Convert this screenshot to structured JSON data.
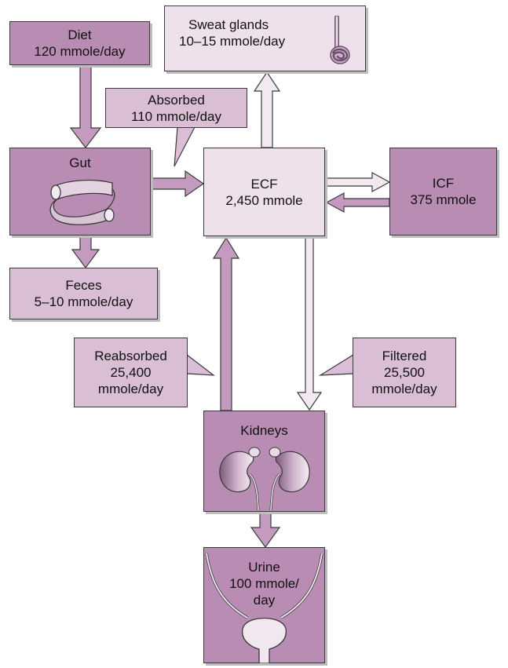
{
  "colors": {
    "dark_box": "#b98cb3",
    "mid_box": "#d9bed5",
    "light_box": "#efe1ec",
    "arrow_fill": "#c49bbf",
    "arrow_hollow": "#f3e9f1",
    "outline": "#3b3b3b"
  },
  "nodes": {
    "diet": {
      "line1": "Diet",
      "line2": "120 mmole/day"
    },
    "sweat": {
      "line1": "Sweat glands",
      "line2": "10–15 mmole/day",
      "icon": "sweat-gland-icon"
    },
    "absorbed": {
      "line1": "Absorbed",
      "line2": "110 mmole/day"
    },
    "gut": {
      "label": "Gut",
      "icon": "intestine-icon"
    },
    "ecf": {
      "line1": "ECF",
      "line2": "2,450 mmole"
    },
    "icf": {
      "line1": "ICF",
      "line2": "375 mmole"
    },
    "feces": {
      "line1": "Feces",
      "line2": "5–10 mmole/day"
    },
    "reabsorbed": {
      "line1": "Reabsorbed",
      "line2": "25,400",
      "line3": "mmole/day"
    },
    "filtered": {
      "line1": "Filtered",
      "line2": "25,500",
      "line3": "mmole/day"
    },
    "kidneys": {
      "label": "Kidneys",
      "icon": "kidneys-icon"
    },
    "urine": {
      "line1": "Urine",
      "line2": "100 mmole/",
      "line3": "day",
      "icon": "bladder-icon"
    }
  }
}
